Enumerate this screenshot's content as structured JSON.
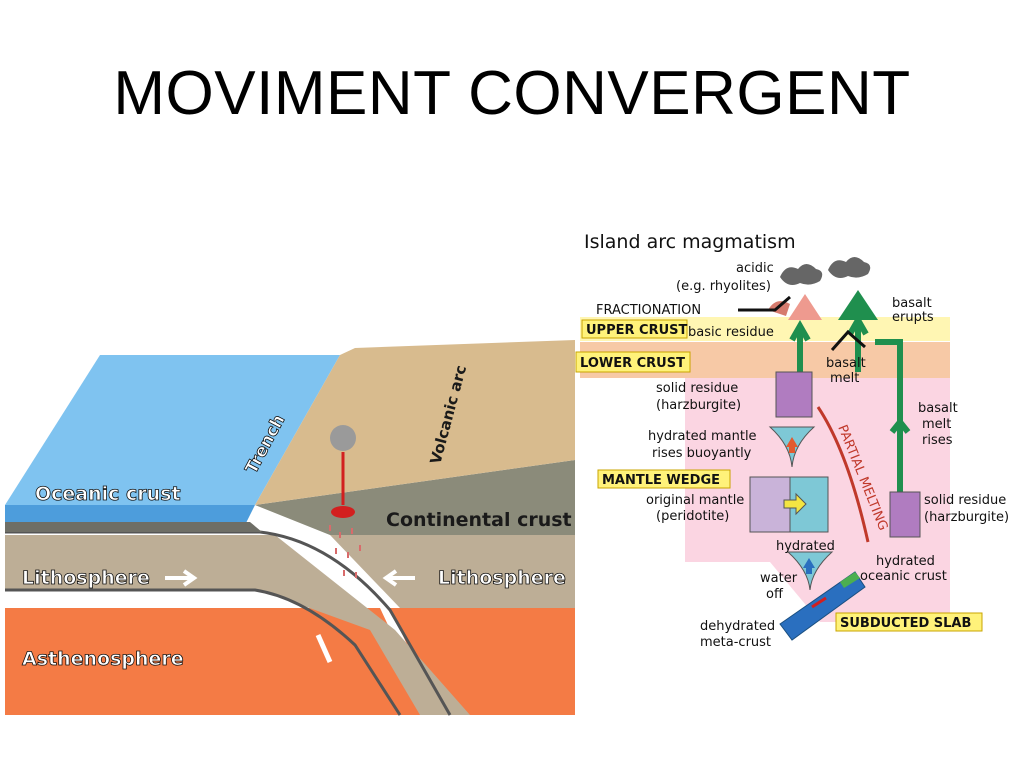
{
  "slide": {
    "title": "MOVIMENT CONVERGENT"
  },
  "left_diagram": {
    "labels": {
      "trench": "Trench",
      "volcanic_arc": "Volcanic arc",
      "oceanic_crust": "Oceanic crust",
      "continental_crust": "Continental crust",
      "lithosphere_left": "Lithosphere",
      "lithosphere_right": "Lithosphere",
      "asthenosphere": "Asthenosphere"
    },
    "colors": {
      "ocean": "#5aa9e6",
      "continent": "#d8bb8e",
      "lithosphere": "#b3a590",
      "asthenosphere": "#f47b45",
      "crust": "#8b8b7a"
    }
  },
  "right_diagram": {
    "title": "Island arc magmatism",
    "labels": {
      "acidic": "acidic",
      "rhyolites": "(e.g. rhyolites)",
      "fractionation": "FRACTIONATION",
      "upper_crust": "UPPER CRUST",
      "basic_residue": "basic residue",
      "lower_crust": "LOWER CRUST",
      "basalt_erupts_1": "basalt",
      "basalt_erupts_2": "erupts",
      "basalt_melt_1": "basalt",
      "basalt_melt_2": "melt",
      "solid_residue_left_1": "solid residue",
      "solid_residue_left_2": "(harzburgite)",
      "hydrated_mantle_1": "hydrated mantle",
      "hydrated_mantle_2": "rises buoyantly",
      "mantle_wedge": "MANTLE WEDGE",
      "original_mantle_1": "original mantle",
      "original_mantle_2": "(peridotite)",
      "partial_melting": "PARTIAL MELTING",
      "basalt_rises_1": "basalt",
      "basalt_rises_2": "melt",
      "basalt_rises_3": "rises",
      "solid_residue_right_1": "solid residue",
      "solid_residue_right_2": "(harzburgite)",
      "hydrated": "hydrated",
      "hydrated_oceanic_1": "hydrated",
      "hydrated_oceanic_2": "oceanic crust",
      "water_off_1": "water",
      "water_off_2": "off",
      "dehydrated_1": "dehydrated",
      "dehydrated_2": "meta-crust",
      "subducted_slab": "SUBDUCTED SLAB"
    },
    "colors": {
      "upper_crust_band": "#fff6b3",
      "lower_crust_band": "#f7c9a6",
      "mantle_pink": "#fbd5e2",
      "label_box": "#fff27a",
      "arrow_green": "#1f8f4e",
      "residue_purple": "#b07cc0",
      "slab_blue": "#2a6fbf",
      "melting_red": "#c0392b"
    }
  }
}
